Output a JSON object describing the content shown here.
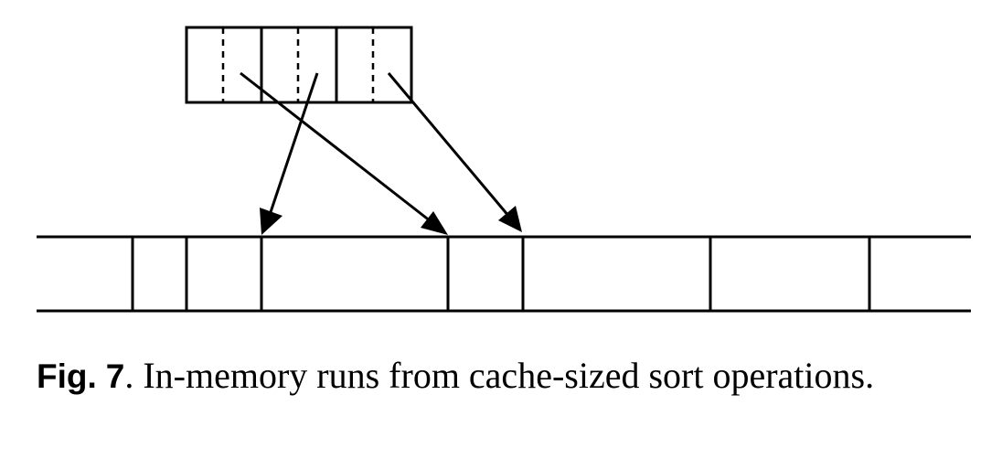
{
  "caption": {
    "label": "Fig.",
    "number": "7",
    "separator": ".",
    "text": "In-memory runs from cache-sized sort operations."
  },
  "diagram": {
    "cache_buffer": {
      "slots": 3
    },
    "memory_runs": {
      "segments": 8
    },
    "arrows": 3
  },
  "colors": {
    "stroke": "#000000",
    "background": "#ffffff"
  }
}
